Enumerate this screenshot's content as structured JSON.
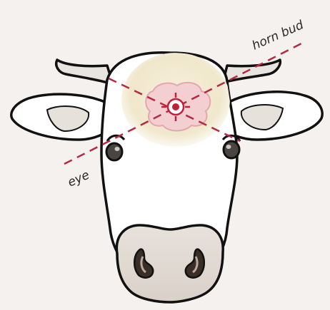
{
  "labels": {
    "horn_bud": "horn bud",
    "eye": "eye"
  },
  "colors": {
    "background": "#f4f1ee",
    "outline": "#111111",
    "head_fill": "#ffffff",
    "muzzle_fill": "#e4ddd7",
    "ear_inner": "#e7e1dc",
    "horn_fill": "#e8e4e0",
    "poll_fill": "#f1ead6",
    "bud_fill": "#f3cfd1",
    "guide_line": "#b52a42",
    "target": "#c41e3a"
  },
  "icons": [
    "cow-head-illustration",
    "crosshair-target-icon"
  ]
}
